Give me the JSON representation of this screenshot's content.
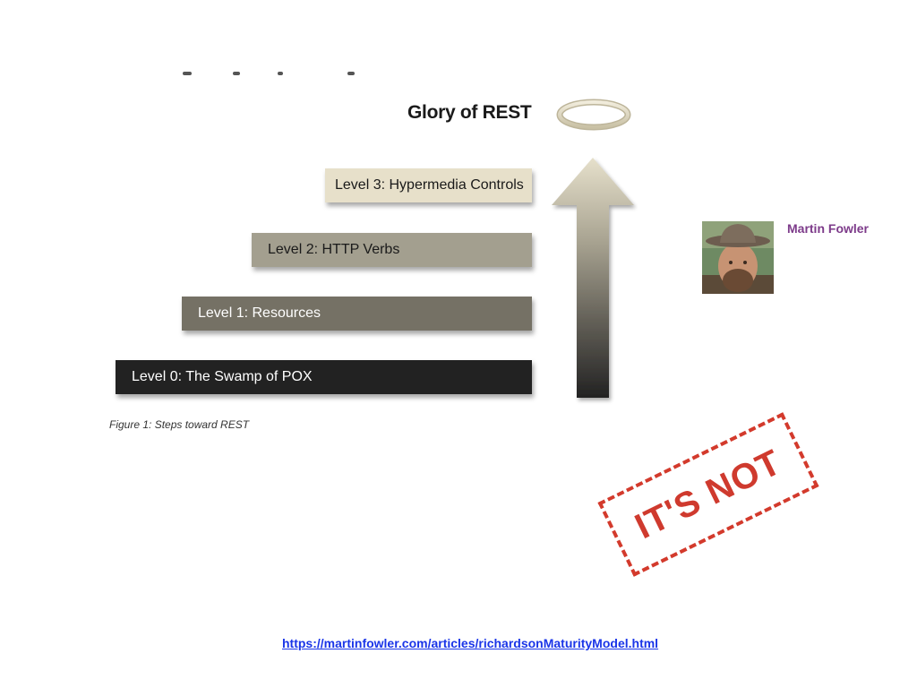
{
  "diagram": {
    "peak": {
      "label": "Glory of REST"
    },
    "levels": [
      {
        "label": "Level 3: Hypermedia Controls"
      },
      {
        "label": "Level 2: HTTP Verbs"
      },
      {
        "label": "Level 1: Resources"
      },
      {
        "label": "Level 0: The Swamp of POX"
      }
    ],
    "caption": "Figure 1: Steps toward REST"
  },
  "author": {
    "name": "Martin Fowler"
  },
  "stamp": {
    "text": "IT'S NOT",
    "color": "#d33a2c"
  },
  "footer": {
    "link_text": "https://martinfowler.com/articles/richardsonMaturityModel.html"
  },
  "colors": {
    "level3": "#e7e0ca",
    "level2": "#a39f8f",
    "level1": "#757165",
    "level0": "#222222",
    "link": "#1a35e8",
    "author": "#7d3b8a"
  }
}
